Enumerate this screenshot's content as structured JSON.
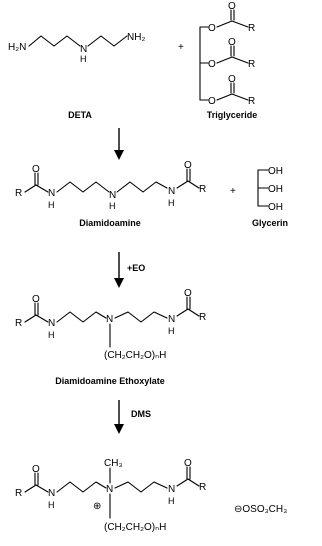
{
  "reactants": {
    "deta_label": "DETA",
    "triglyceride_label": "Triglyceride",
    "plus": "+"
  },
  "step2": {
    "diamidoamine_label": "Diamidoamine",
    "glycerin_label": "Glycerin",
    "plus": "+"
  },
  "step3": {
    "reagent": "+EO",
    "product_label": "Diamidoamine Ethoxylate"
  },
  "step4": {
    "reagent": "DMS"
  },
  "atoms": {
    "h2n": "H₂N",
    "nh2": "NH₂",
    "n": "N",
    "h": "H",
    "o": "O",
    "r": "R",
    "oh": "OH",
    "ch3": "CH₃",
    "peg": "(CH₂CH₂O)ₙH",
    "counter_ion": "⊖OSO₃CH₃",
    "plus_charge": "⊕"
  },
  "colors": {
    "ink": "#000000",
    "background": "#ffffff"
  }
}
